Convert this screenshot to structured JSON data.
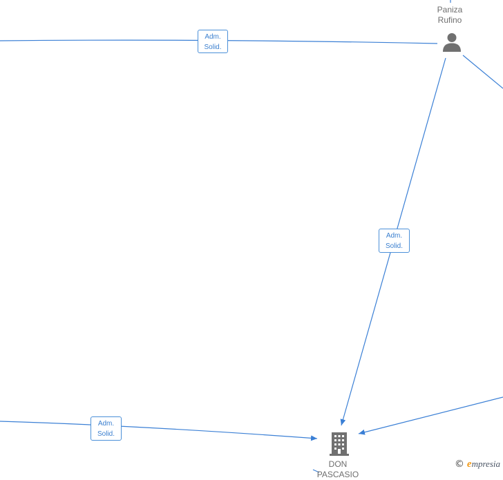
{
  "nodes": {
    "person": {
      "name_line1": "Paniza",
      "name_line2": "Rufino",
      "icon": "person-icon"
    },
    "company": {
      "name_line1": "DON",
      "name_line2": "PASCASIO",
      "icon": "building-icon"
    }
  },
  "edges": [
    {
      "label_line1": "Adm.",
      "label_line2": "Solid."
    },
    {
      "label_line1": "Adm.",
      "label_line2": "Solid."
    },
    {
      "label_line1": "Adm.",
      "label_line2": "Solid."
    }
  ],
  "footer": {
    "copyright_symbol": "©",
    "brand_initial": "e",
    "brand_rest": "mpresia"
  },
  "colors": {
    "edge": "#3a7fd5",
    "node_icon": "#707070",
    "label_text": "#3a7fcf"
  }
}
